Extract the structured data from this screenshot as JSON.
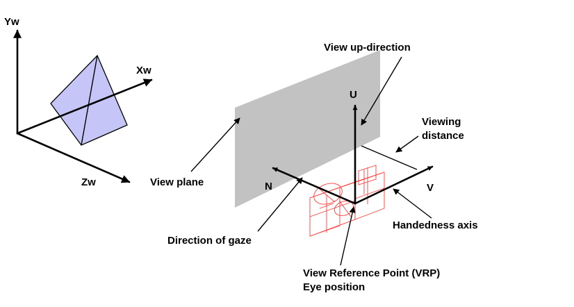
{
  "world_axes": {
    "y_label": "Yw",
    "x_label": "Xw",
    "z_label": "Zw"
  },
  "view_axes": {
    "u_label": "U",
    "n_label": "N",
    "v_label": "V"
  },
  "annotations": {
    "view_up": "View up-direction",
    "viewing_distance_line1": "Viewing",
    "viewing_distance_line2": "distance",
    "view_plane": "View plane",
    "handedness": "Handedness axis",
    "gaze": "Direction of gaze",
    "vrp_line1": "View Reference Point (VRP)",
    "vrp_line2": "Eye position"
  },
  "colors": {
    "pyramid_fill": "#c5c5f7",
    "plane_fill": "#c2c2c2",
    "camera_stroke": "#ff3b3b",
    "axis": "#000000"
  }
}
